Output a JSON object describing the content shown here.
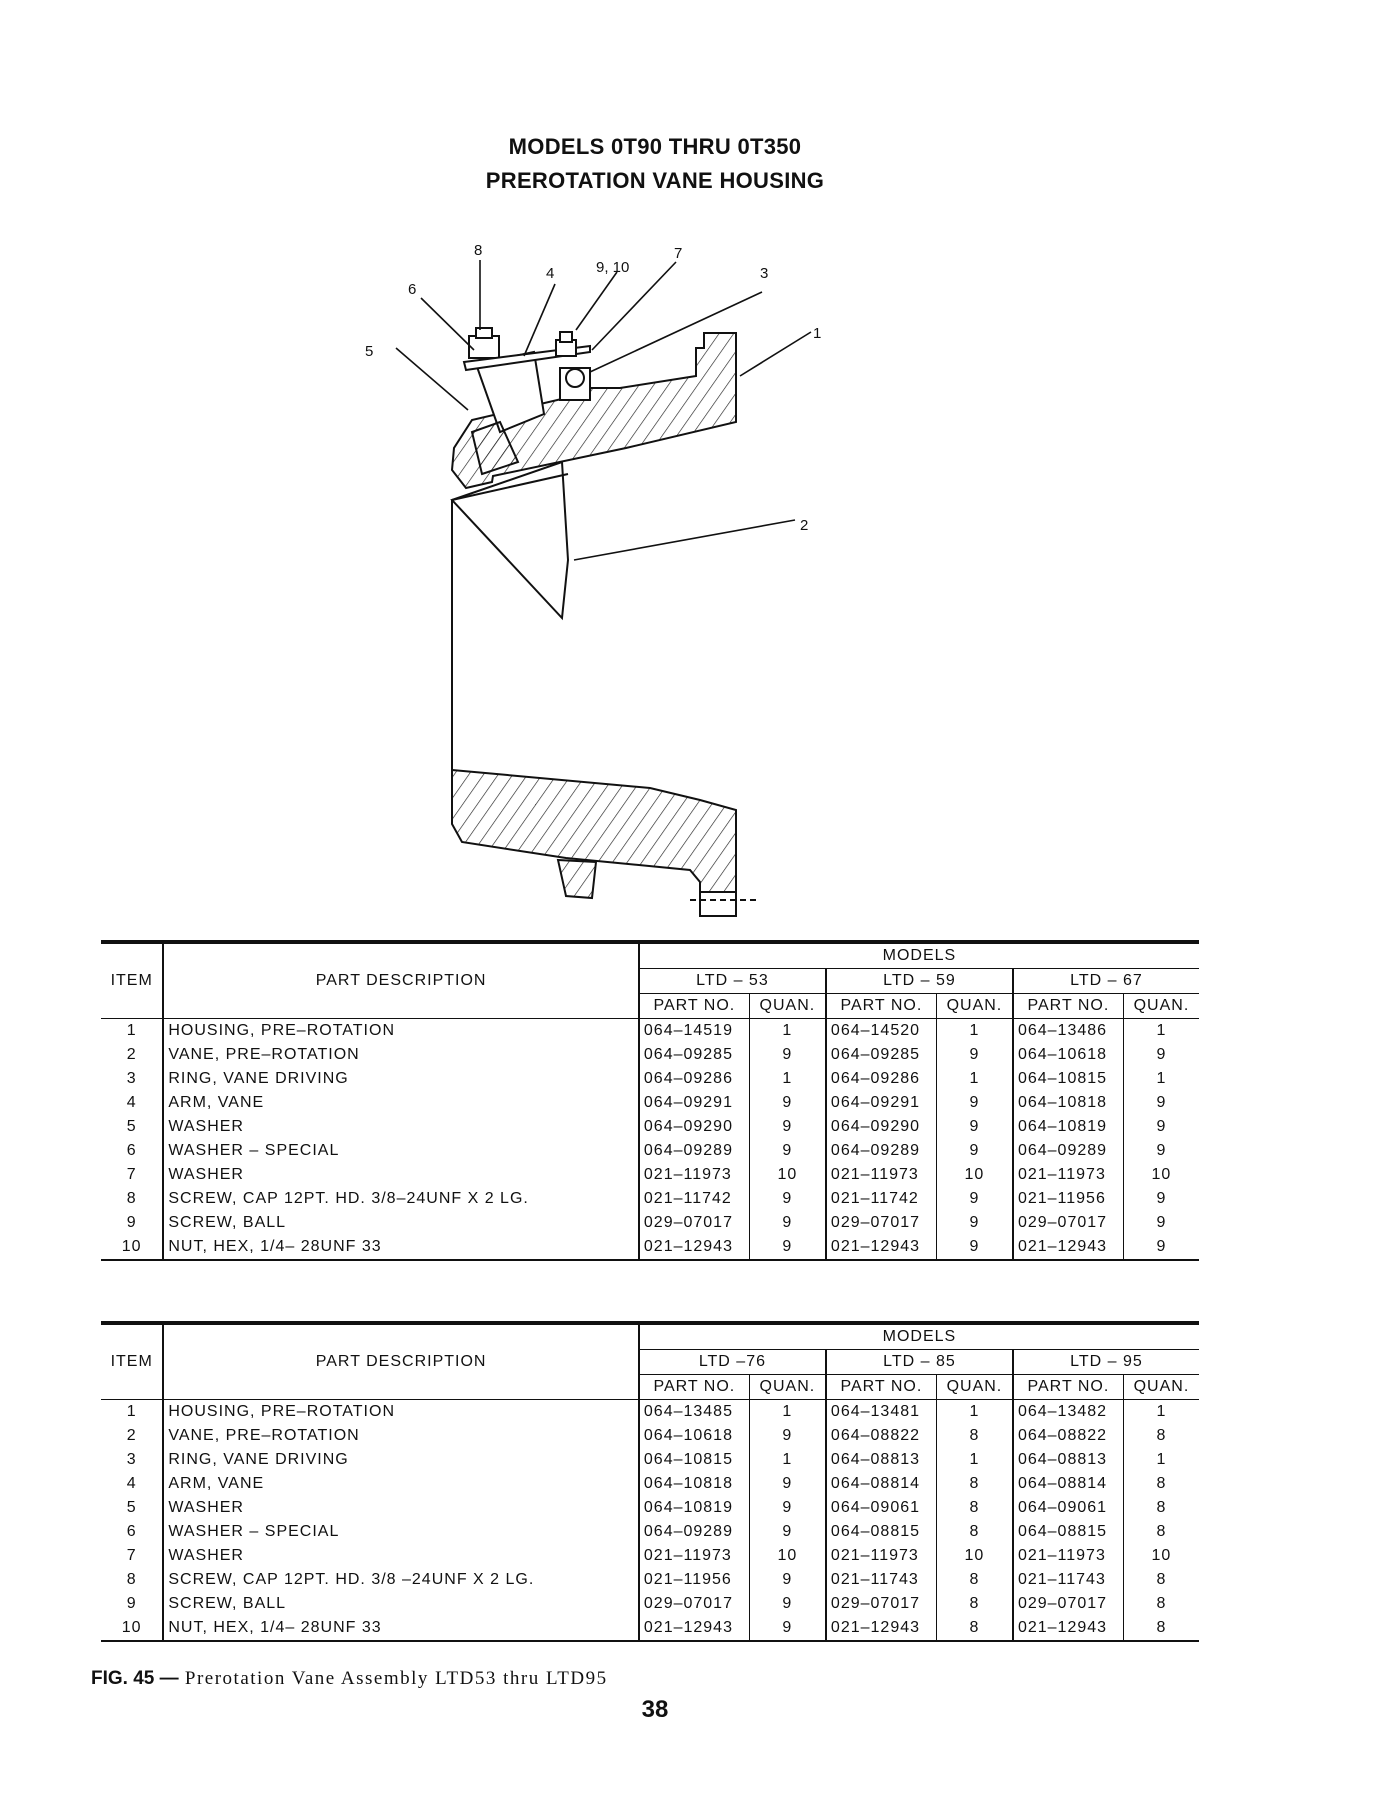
{
  "header": {
    "title": "MODELS 0T90 THRU 0T350",
    "subtitle": "PREROTATION VANE HOUSING"
  },
  "drawing": {
    "callouts": [
      "8",
      "4",
      "9, 10",
      "7",
      "6",
      "3",
      "5",
      "1",
      "2"
    ]
  },
  "table_headers": {
    "item": "ITEM",
    "desc": "PART DESCRIPTION",
    "models": "MODELS",
    "part_no": "PART NO.",
    "quan": "QUAN."
  },
  "tables": [
    {
      "models": [
        "LTD – 53",
        "LTD – 59",
        "LTD – 67"
      ],
      "rows": [
        {
          "item": "1",
          "desc": "HOUSING, PRE–ROTATION",
          "parts": [
            "064–14519",
            "1",
            "064–14520",
            "1",
            "064–13486",
            "1"
          ]
        },
        {
          "item": "2",
          "desc": "VANE, PRE–ROTATION",
          "parts": [
            "064–09285",
            "9",
            "064–09285",
            "9",
            "064–10618",
            "9"
          ]
        },
        {
          "item": "3",
          "desc": "RING, VANE DRIVING",
          "parts": [
            "064–09286",
            "1",
            "064–09286",
            "1",
            "064–10815",
            "1"
          ]
        },
        {
          "item": "4",
          "desc": "ARM, VANE",
          "parts": [
            "064–09291",
            "9",
            "064–09291",
            "9",
            "064–10818",
            "9"
          ]
        },
        {
          "item": "5",
          "desc": "WASHER",
          "parts": [
            "064–09290",
            "9",
            "064–09290",
            "9",
            "064–10819",
            "9"
          ]
        },
        {
          "item": "6",
          "desc": "WASHER – SPECIAL",
          "parts": [
            "064–09289",
            "9",
            "064–09289",
            "9",
            "064–09289",
            "9"
          ]
        },
        {
          "item": "7",
          "desc": "WASHER",
          "parts": [
            "021–11973",
            "10",
            "021–11973",
            "10",
            "021–11973",
            "10"
          ]
        },
        {
          "item": "8",
          "desc": "SCREW, CAP 12PT. HD. 3/8–24UNF X 2 LG.",
          "parts": [
            "021–11742",
            "9",
            "021–11742",
            "9",
            "021–11956",
            "9"
          ]
        },
        {
          "item": "9",
          "desc": "SCREW, BALL",
          "parts": [
            "029–07017",
            "9",
            "029–07017",
            "9",
            "029–07017",
            "9"
          ]
        },
        {
          "item": "10",
          "desc": "NUT, HEX, 1/4– 28UNF 33",
          "parts": [
            "021–12943",
            "9",
            "021–12943",
            "9",
            "021–12943",
            "9"
          ]
        }
      ]
    },
    {
      "models": [
        "LTD –76",
        "LTD – 85",
        "LTD – 95"
      ],
      "rows": [
        {
          "item": "1",
          "desc": "HOUSING, PRE–ROTATION",
          "parts": [
            "064–13485",
            "1",
            "064–13481",
            "1",
            "064–13482",
            "1"
          ]
        },
        {
          "item": "2",
          "desc": "VANE, PRE–ROTATION",
          "parts": [
            "064–10618",
            "9",
            "064–08822",
            "8",
            "064–08822",
            "8"
          ]
        },
        {
          "item": "3",
          "desc": "RING, VANE DRIVING",
          "parts": [
            "064–10815",
            "1",
            "064–08813",
            "1",
            "064–08813",
            "1"
          ]
        },
        {
          "item": "4",
          "desc": "ARM, VANE",
          "parts": [
            "064–10818",
            "9",
            "064–08814",
            "8",
            "064–08814",
            "8"
          ]
        },
        {
          "item": "5",
          "desc": "WASHER",
          "parts": [
            "064–10819",
            "9",
            "064–09061",
            "8",
            "064–09061",
            "8"
          ]
        },
        {
          "item": "6",
          "desc": "WASHER – SPECIAL",
          "parts": [
            "064–09289",
            "9",
            "064–08815",
            "8",
            "064–08815",
            "8"
          ]
        },
        {
          "item": "7",
          "desc": "WASHER",
          "parts": [
            "021–11973",
            "10",
            "021–11973",
            "10",
            "021–11973",
            "10"
          ]
        },
        {
          "item": "8",
          "desc": "SCREW, CAP 12PT. HD. 3/8 –24UNF X 2 LG.",
          "parts": [
            "021–11956",
            "9",
            "021–11743",
            "8",
            "021–11743",
            "8"
          ]
        },
        {
          "item": "9",
          "desc": "SCREW, BALL",
          "parts": [
            "029–07017",
            "9",
            "029–07017",
            "8",
            "029–07017",
            "8"
          ]
        },
        {
          "item": "10",
          "desc": "NUT, HEX, 1/4– 28UNF 33",
          "parts": [
            "021–12943",
            "9",
            "021–12943",
            "8",
            "021–12943",
            "8"
          ]
        }
      ]
    }
  ],
  "caption": {
    "fig": "FIG. 45 —",
    "text": " Prerotation Vane Assembly  LTD53 thru  LTD95"
  },
  "page_number": "38"
}
